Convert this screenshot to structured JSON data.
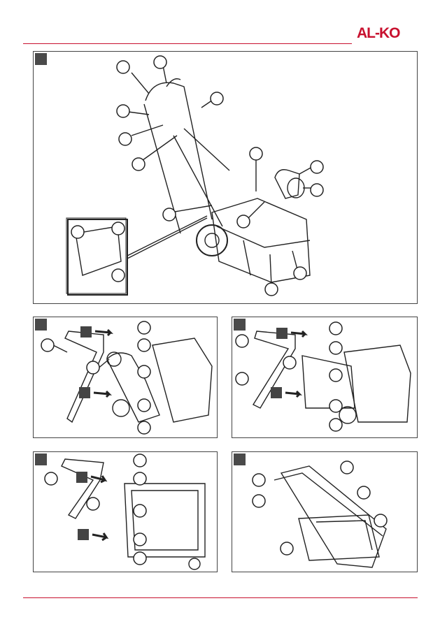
{
  "brand": {
    "logo_text": "AL-KO",
    "color": "#c8102e"
  },
  "panels": [
    {
      "id": "overview",
      "marker_icon": "step-square"
    },
    {
      "id": "step-a",
      "marker_icon": "step-square"
    },
    {
      "id": "step-b",
      "marker_icon": "step-square"
    },
    {
      "id": "step-c",
      "marker_icon": "step-square"
    },
    {
      "id": "step-d",
      "marker_icon": "step-square"
    }
  ],
  "colors": {
    "line": "#222222",
    "rule": "#c8102e",
    "marker": "#4a4a4a"
  }
}
